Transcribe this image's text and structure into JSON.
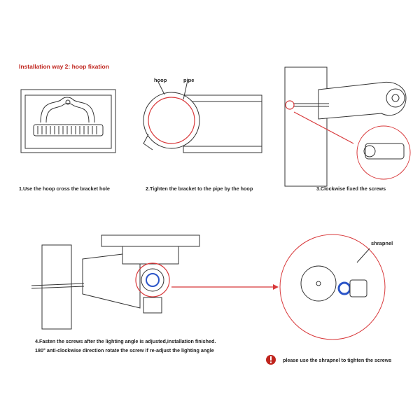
{
  "title": "Installation way 2: hoop fixation",
  "steps": [
    {
      "caption": "1.Use the hoop cross the bracket hole"
    },
    {
      "caption": "2.Tighten the bracket to the pipe by the hoop"
    },
    {
      "caption": "3.Clockwise fixed the screws"
    },
    {
      "caption_line1": "4.Fasten the screws after the lighting angle is adjusted,installation finished.",
      "caption_line2": "180° anti-clockwise direction rotate the screw if re-adjust the lighting angle"
    }
  ],
  "labels": {
    "hoop": "hoop",
    "pipe": "pipe",
    "shrapnel": "shrapnel"
  },
  "note": {
    "icon": "warning-icon",
    "text": "please use the shrapnel to tighten the screws"
  },
  "colors": {
    "title": "#c0251e",
    "highlight": "#d8383a",
    "accent": "#2b55c8"
  }
}
